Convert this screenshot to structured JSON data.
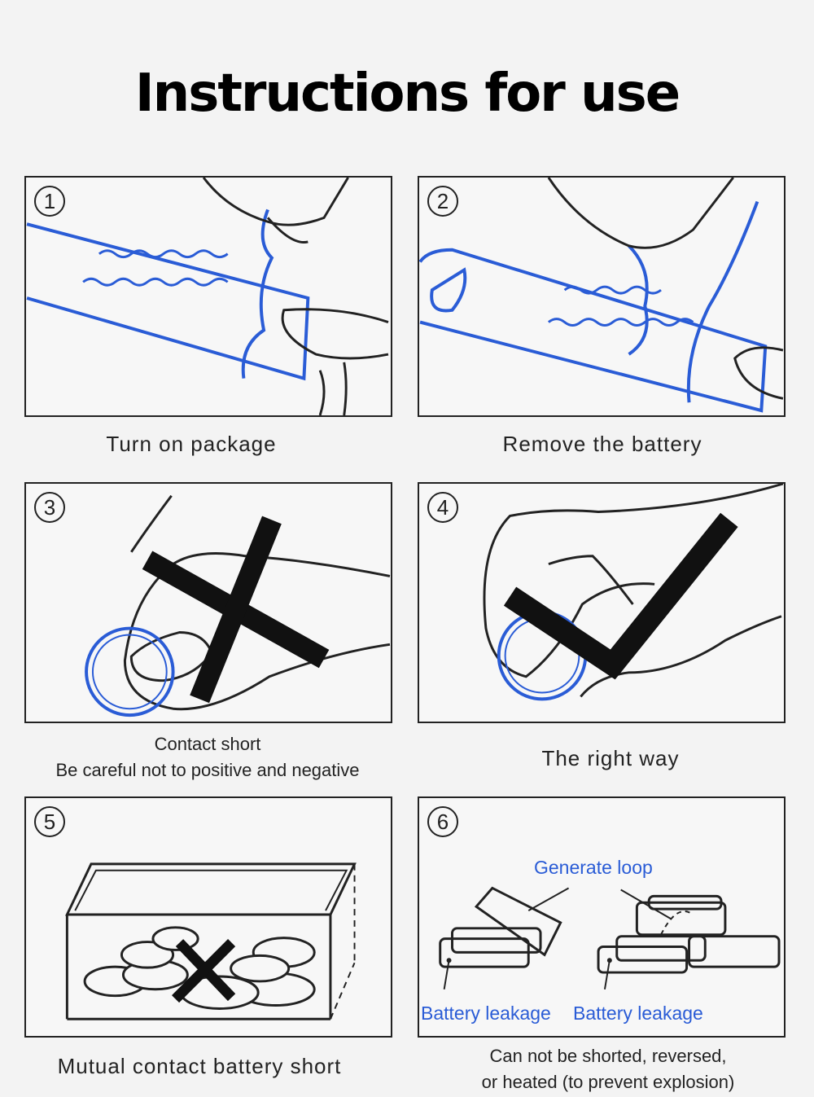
{
  "title": "Instructions for use",
  "colors": {
    "blue": "#2a5cd6",
    "line": "#222222",
    "background": "#f3f3f3"
  },
  "steps": [
    {
      "number": "1",
      "caption": "Turn on package"
    },
    {
      "number": "2",
      "caption": "Remove the battery"
    },
    {
      "number": "3",
      "caption_line1": "Contact short",
      "caption_line2": "Be careful not to positive and negative"
    },
    {
      "number": "4",
      "caption": "The right way"
    },
    {
      "number": "5",
      "caption": "Mutual contact battery short"
    },
    {
      "number": "6",
      "label_loop": "Generate loop",
      "label_leak_left": "Battery leakage",
      "label_leak_right": "Battery leakage",
      "caption_line1": "Can not be shorted, reversed,",
      "caption_line2": "or heated (to prevent explosion)"
    }
  ]
}
